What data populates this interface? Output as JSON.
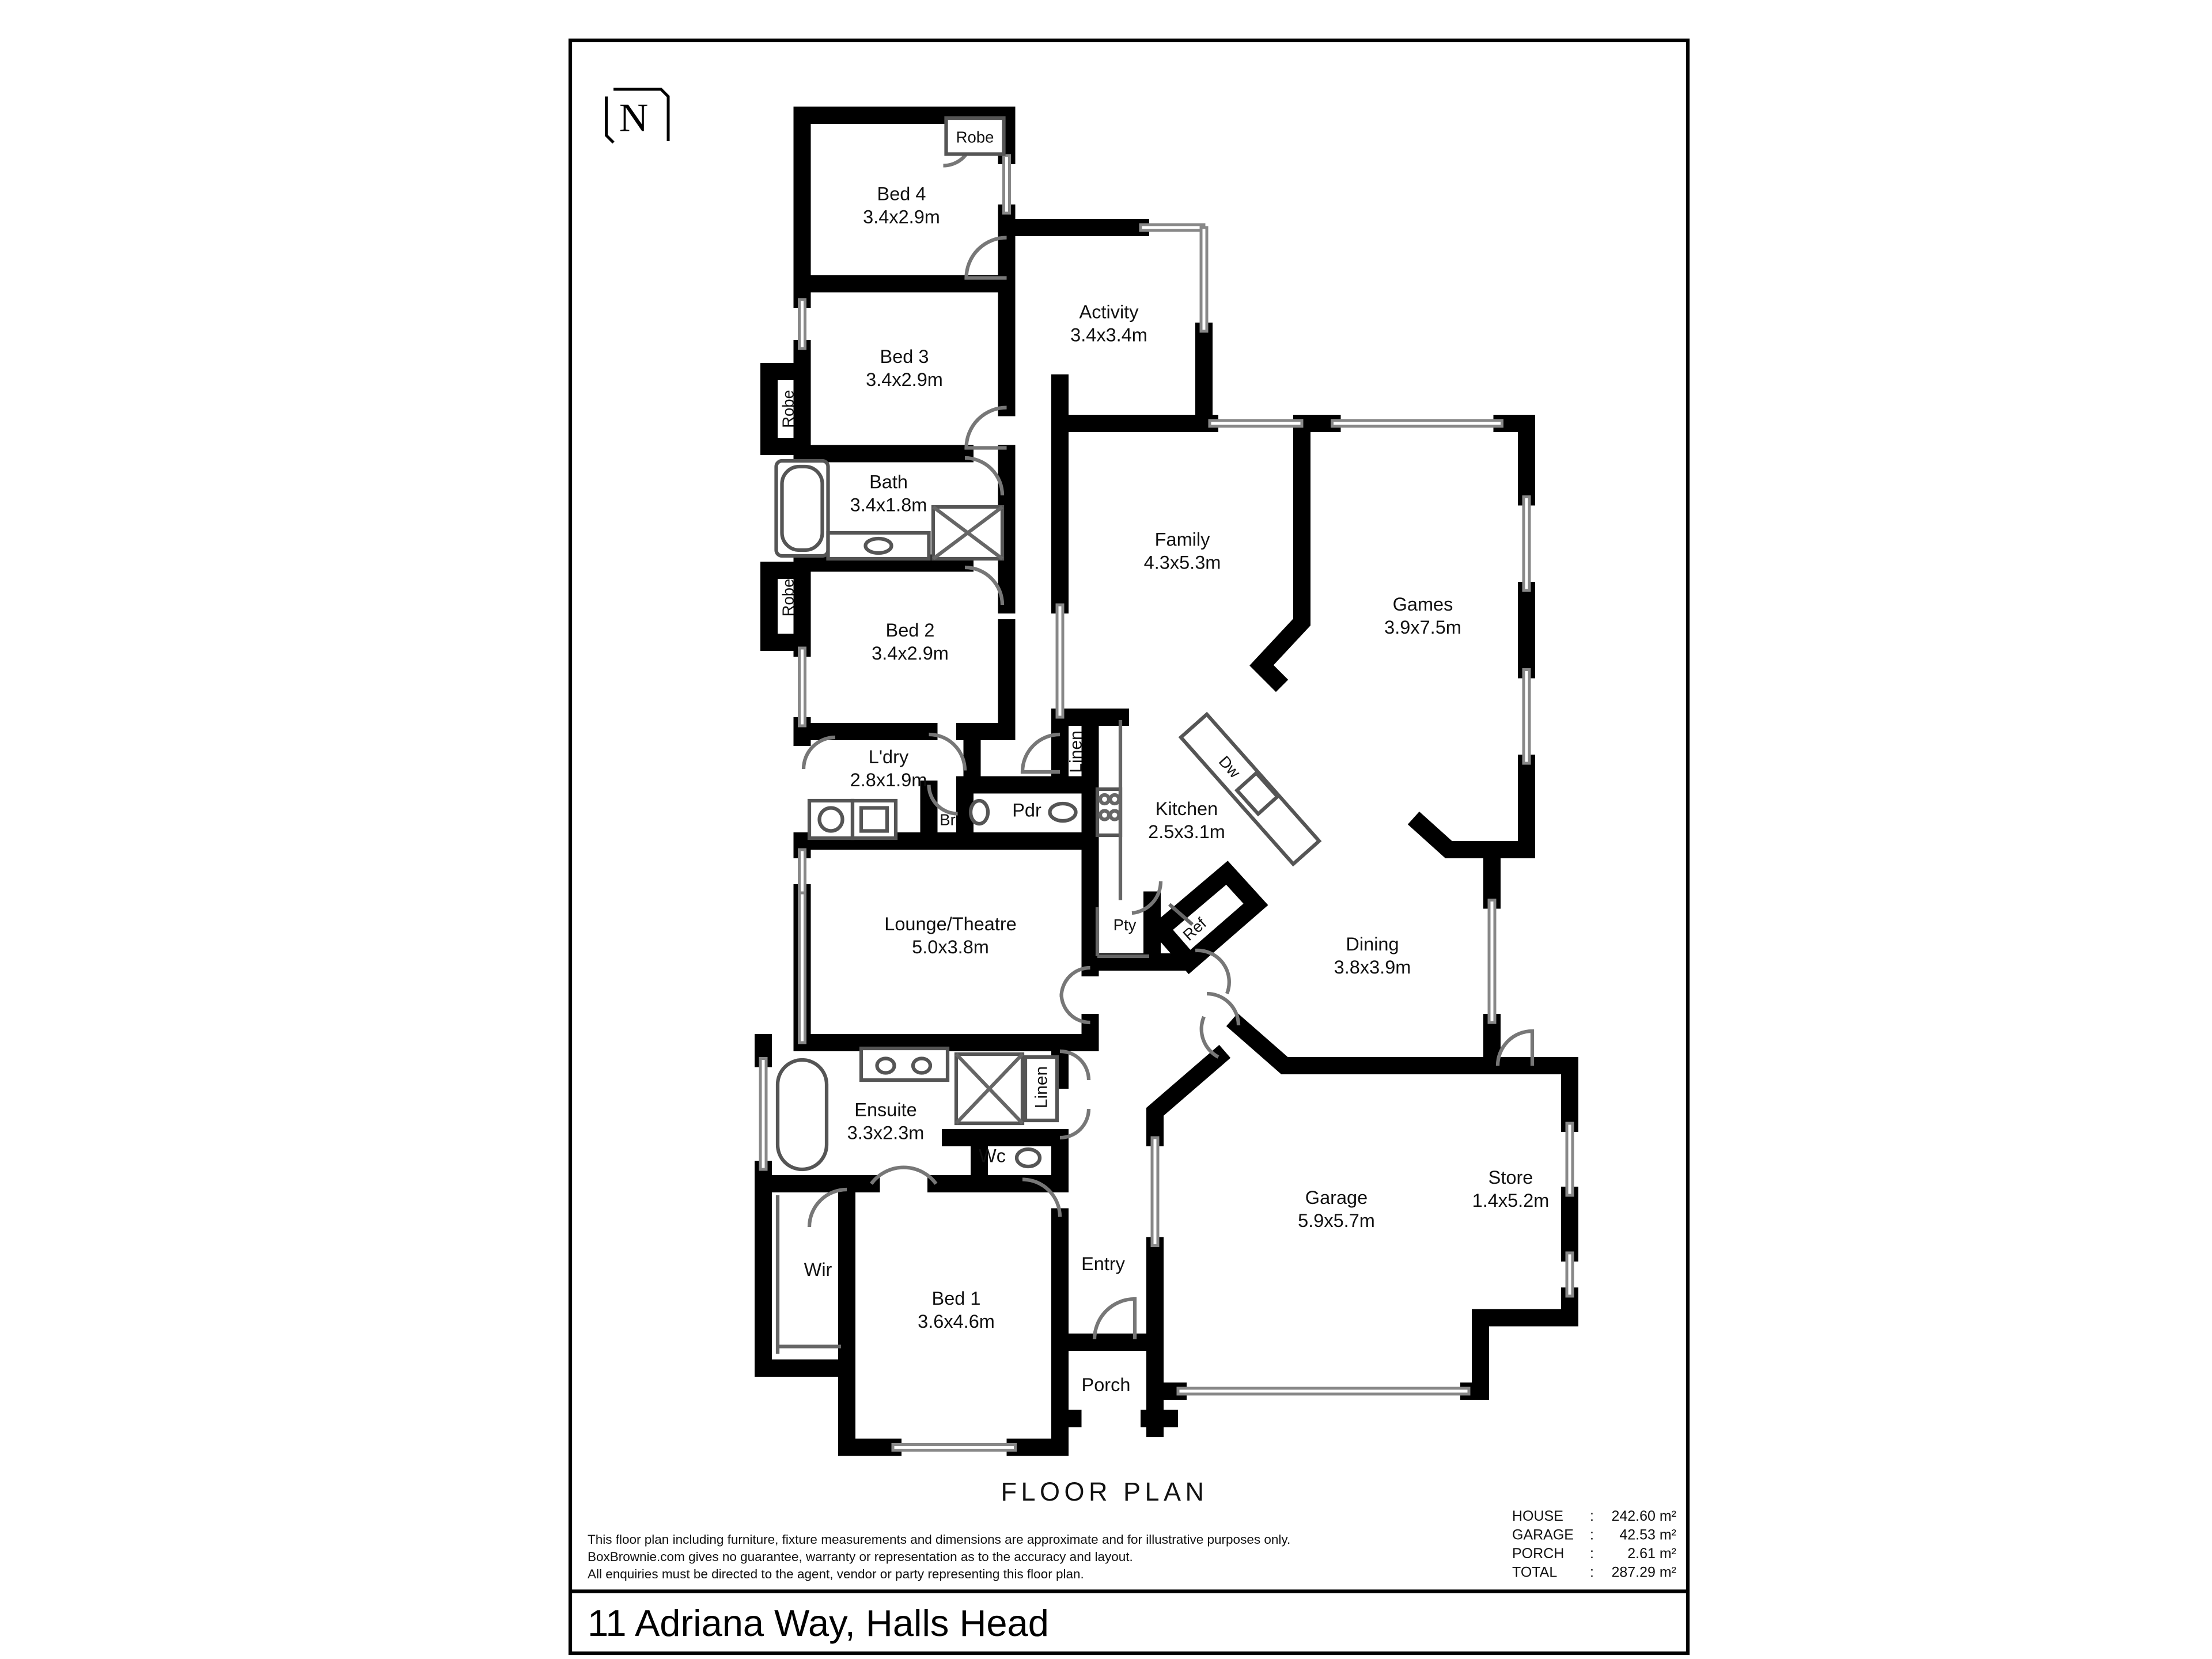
{
  "compass": {
    "letter": "N"
  },
  "rooms": {
    "bed4": {
      "name": "Bed 4",
      "dims": "3.4x2.9m"
    },
    "bed3": {
      "name": "Bed 3",
      "dims": "3.4x2.9m"
    },
    "bath": {
      "name": "Bath",
      "dims": "3.4x1.8m"
    },
    "bed2": {
      "name": "Bed 2",
      "dims": "3.4x2.9m"
    },
    "laundry": {
      "name": "L'dry",
      "dims": "2.8x1.9m"
    },
    "activity": {
      "name": "Activity",
      "dims": "3.4x3.4m"
    },
    "family": {
      "name": "Family",
      "dims": "4.3x5.3m"
    },
    "games": {
      "name": "Games",
      "dims": "3.9x7.5m"
    },
    "kitchen": {
      "name": "Kitchen",
      "dims": "2.5x3.1m"
    },
    "dining": {
      "name": "Dining",
      "dims": "3.8x3.9m"
    },
    "lounge": {
      "name": "Lounge/Theatre",
      "dims": "5.0x3.8m"
    },
    "ensuite": {
      "name": "Ensuite",
      "dims": "3.3x2.3m"
    },
    "bed1": {
      "name": "Bed 1",
      "dims": "3.6x4.6m"
    },
    "garage": {
      "name": "Garage",
      "dims": "5.9x5.7m"
    },
    "store": {
      "name": "Store",
      "dims": "1.4x5.2m"
    },
    "entry": {
      "name": "Entry"
    },
    "porch": {
      "name": "Porch"
    },
    "wir": {
      "name": "Wir"
    }
  },
  "fixtures": {
    "robe1": "Robe",
    "robe2": "Robe",
    "robe3": "Robe",
    "linen1": "Linen",
    "linen2": "Linen",
    "br": "Br",
    "pdr": "Pdr",
    "pty": "Pty",
    "ref": "Ref",
    "dw": "Dw",
    "wc": "Wc"
  },
  "title": "FLOOR PLAN",
  "disclaimer": [
    "This floor plan including furniture, fixture measurements and dimensions are approximate and for illustrative purposes only.",
    "BoxBrownie.com gives no guarantee, warranty or representation as to the accuracy and layout.",
    "All enquiries must be directed to the agent, vendor or party representing this floor plan."
  ],
  "areas": [
    {
      "label": "HOUSE",
      "value": "242.60 m²"
    },
    {
      "label": "GARAGE",
      "value": "42.53 m²"
    },
    {
      "label": "PORCH",
      "value": "2.61 m²"
    },
    {
      "label": "TOTAL",
      "value": "287.29 m²"
    }
  ],
  "address": "11 Adriana Way, Halls Head"
}
